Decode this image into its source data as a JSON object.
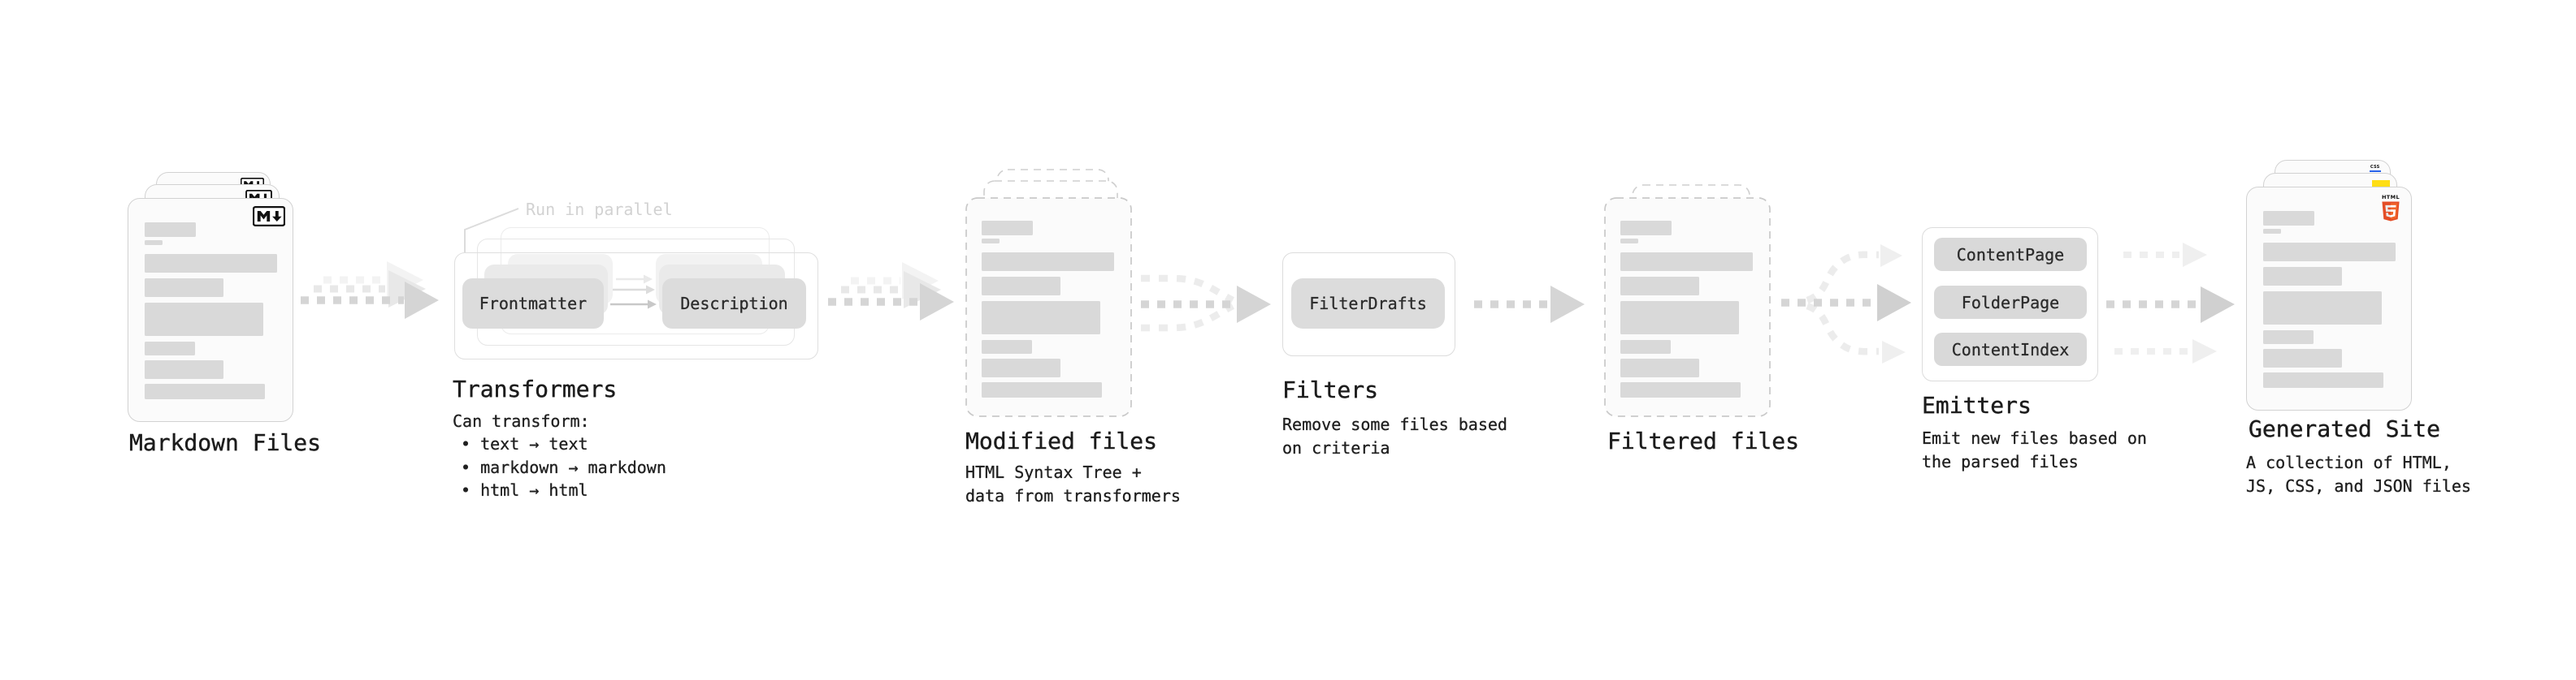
{
  "diagram": "Static site generator pipeline",
  "stages": {
    "markdown_files": {
      "label": "Markdown Files"
    },
    "transformers": {
      "title": "Transformers",
      "callout": "Run in parallel",
      "box_frontmatter": "Frontmatter",
      "box_description": "Description",
      "body_intro": "Can transform:",
      "bullets": "• text → text\n• markdown → markdown\n• html → html"
    },
    "modified_files": {
      "title": "Modified files",
      "body": "HTML Syntax Tree +\ndata from transformers"
    },
    "filters": {
      "title": "Filters",
      "box_filterdrafts": "FilterDrafts",
      "body": "Remove some files based\non criteria"
    },
    "filtered_files": {
      "title": "Filtered files"
    },
    "emitters": {
      "title": "Emitters",
      "box_contentpage": "ContentPage",
      "box_folderpage": "FolderPage",
      "box_contentindex": "ContentIndex",
      "body": "Emit new files based on\nthe parsed files"
    },
    "generated_site": {
      "title": "Generated Site",
      "body": "A collection of HTML,\nJS, CSS, and JSON files"
    }
  },
  "icons": {
    "markdown": "M↓",
    "html5_word": "HTML",
    "html5_number": "5",
    "css_word": "CSS",
    "js": "JS"
  },
  "colors": {
    "background": "#ffffff",
    "card_fill": "#fbfbfb",
    "card_border": "#d2d2d2",
    "bar_fill": "#d9d9d9",
    "box_fill": "#dcdcdc",
    "arrow_main": "#d5d5d5",
    "arrow_light": "#ececec",
    "text_dark": "#1d1d1d",
    "text_light": "#d2d2d2",
    "html5_orange": "#e44d26",
    "html5_orange_light": "#f16529",
    "js_yellow": "#ffde16",
    "css_blue": "#2862e9"
  }
}
